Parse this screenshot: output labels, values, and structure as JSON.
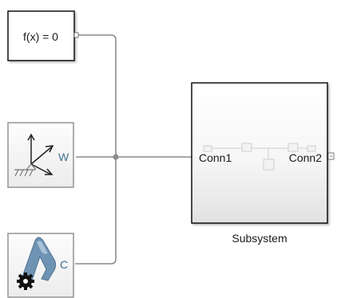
{
  "blocks": {
    "solver": {
      "label": "f(x) = 0"
    },
    "world_frame": {
      "port_label": "W",
      "icon": "world-frame-axes-icon"
    },
    "mechanism_config": {
      "port_label": "C",
      "icon": "mechanism-configuration-icon",
      "badge_icon": "gear-icon"
    },
    "subsystem": {
      "name": "Subsystem",
      "port_left": "Conn1",
      "port_right": "Conn2"
    }
  },
  "colors": {
    "line": "#8c8c8c",
    "block_border": "#000000",
    "library_block_border": "#9a9a9a",
    "port_label": "#3f6f8f",
    "mech_icon": "#6f93b3"
  }
}
